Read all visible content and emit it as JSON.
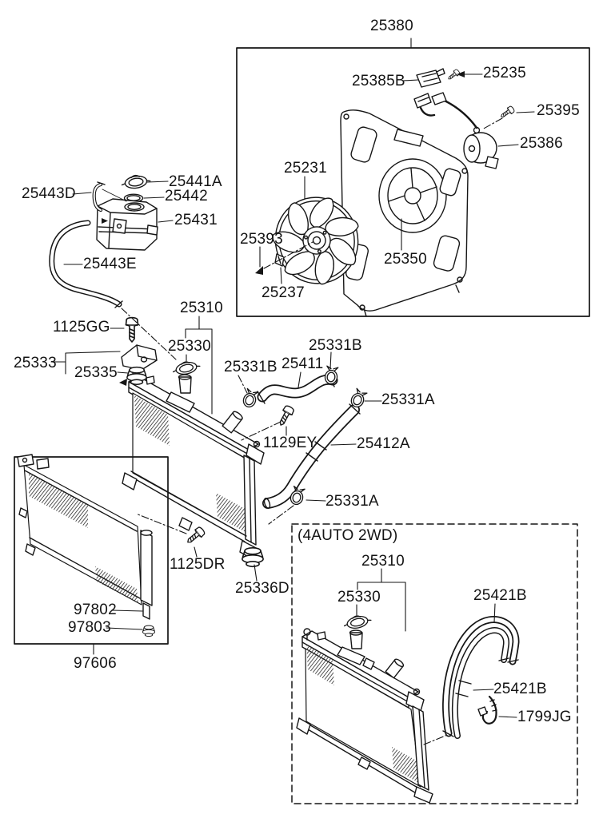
{
  "colors": {
    "background": "#ffffff",
    "ink": "#161616"
  },
  "labels": {
    "p_25380": "25380",
    "p_25385B": "25385B",
    "p_25235": "25235",
    "p_25395": "25395",
    "p_25386": "25386",
    "p_25231": "25231",
    "p_25393": "25393",
    "p_25350": "25350",
    "p_25237": "25237",
    "p_25441A": "25441A",
    "p_25443D": "25443D",
    "p_25442": "25442",
    "p_25431": "25431",
    "p_25443E": "25443E",
    "p_25310_main": "25310",
    "p_1125GG": "1125GG",
    "p_25330_main": "25330",
    "p_25333": "25333",
    "p_25335": "25335",
    "p_25331B_hose": "25331B",
    "p_25331B_rad": "25331B",
    "p_25411": "25411",
    "p_25331A_up": "25331A",
    "p_1129EY": "1129EY",
    "p_25412A": "25412A",
    "p_25331A_low": "25331A",
    "p_1125DR": "1125DR",
    "p_25336D": "25336D",
    "p_97802": "97802",
    "p_97803": "97803",
    "p_97606": "97606",
    "variant_note": "(4AUTO 2WD)",
    "p_25310_4at": "25310",
    "p_25330_4at": "25330",
    "p_25421B_up": "25421B",
    "p_25421B_low": "25421B",
    "p_1799JG": "1799JG"
  }
}
